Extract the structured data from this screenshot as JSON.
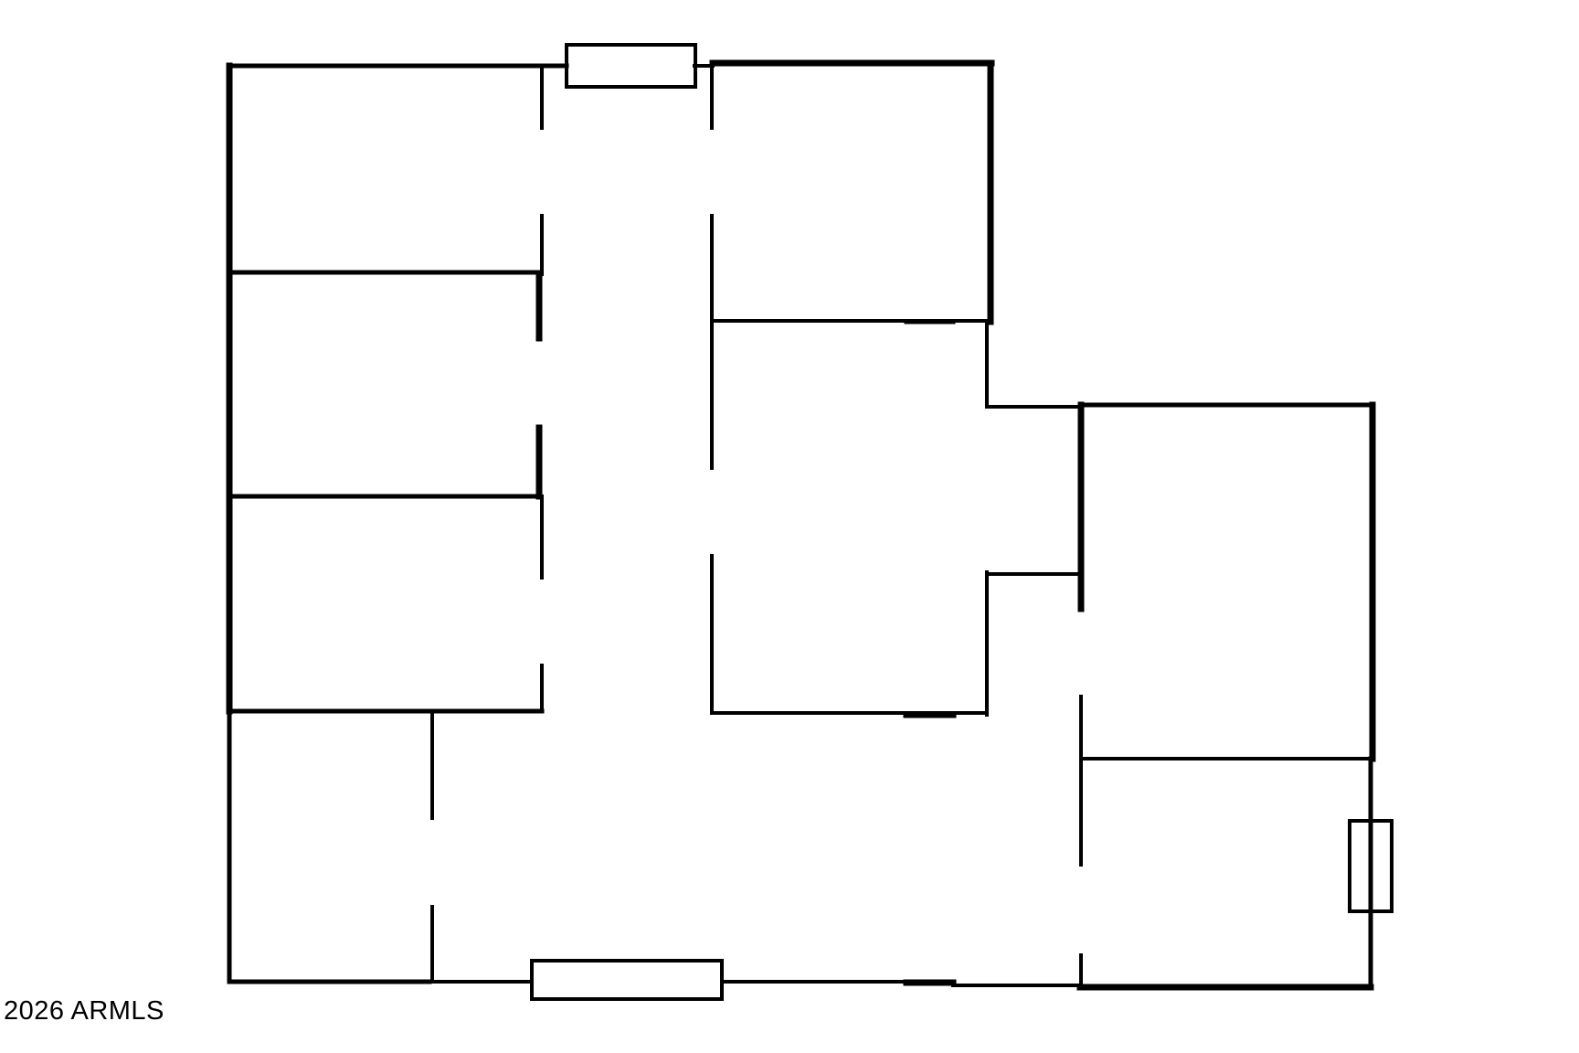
{
  "watermark": {
    "copyright_text": "2026 ARMLS"
  },
  "floorplan": {
    "line_color": "#000000",
    "background_color": "#ffffff",
    "windows": [
      "top",
      "bottom",
      "right"
    ]
  }
}
